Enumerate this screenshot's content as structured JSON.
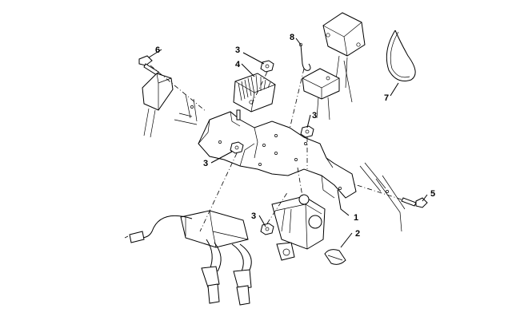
{
  "diagram": {
    "callouts": [
      {
        "id": "1",
        "text": "1"
      },
      {
        "id": "2",
        "text": "2"
      },
      {
        "id": "3a",
        "text": "3"
      },
      {
        "id": "3b",
        "text": "3"
      },
      {
        "id": "3c",
        "text": "3"
      },
      {
        "id": "3d",
        "text": "3"
      },
      {
        "id": "4",
        "text": "4"
      },
      {
        "id": "5",
        "text": "5"
      },
      {
        "id": "6",
        "text": "6"
      },
      {
        "id": "7",
        "text": "7"
      },
      {
        "id": "8",
        "text": "8"
      }
    ]
  }
}
